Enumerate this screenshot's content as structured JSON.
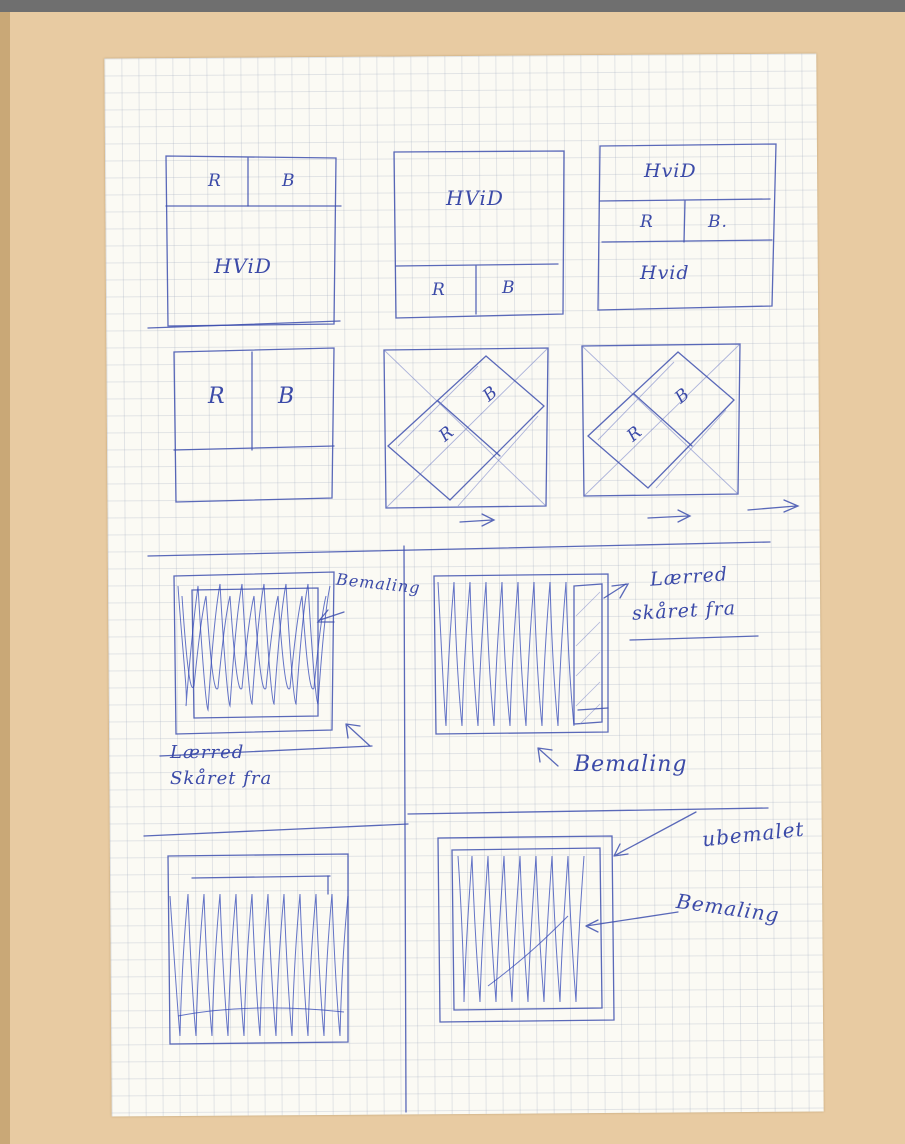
{
  "sketches": {
    "row1": {
      "box1": {
        "top_left": "R",
        "top_right": "B",
        "bottom": "HViD"
      },
      "box2": {
        "top": "HViD",
        "bottom_left": "R",
        "bottom_right": "B"
      },
      "box3": {
        "top": "HviD",
        "middle_left": "R",
        "middle_right": "B.",
        "bottom": "Hvid"
      }
    },
    "row2": {
      "box1": {
        "left": "R",
        "right": "B"
      },
      "box2": {
        "upper": "B",
        "lower": "R"
      },
      "box3": {
        "upper": "B",
        "lower": "R"
      }
    }
  },
  "annotations": {
    "quad1_side": "Bemaling",
    "quad1_bottom_line1": "Lærred",
    "quad1_bottom_line2": "Skåret fra",
    "quad2_side_line1": "Lærred",
    "quad2_side_line2": "skåret fra",
    "quad2_bottom": "Bemaling",
    "quad4_top": "ubemalet",
    "quad4_side": "Bemaling"
  }
}
